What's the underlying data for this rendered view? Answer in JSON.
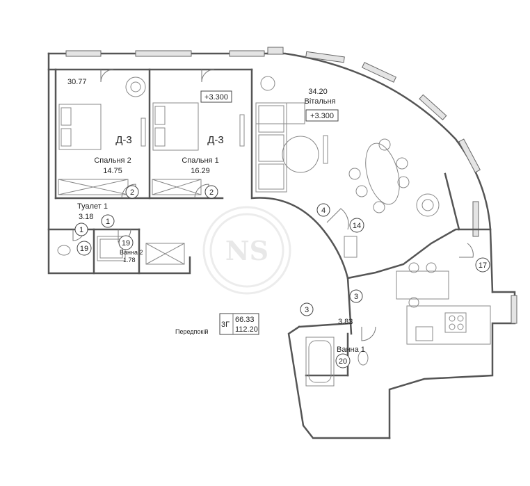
{
  "watermark": "NS",
  "rooms": {
    "area_top_left": "30.77",
    "bedroom2": {
      "type": "Д-3",
      "name": "Спальня 2",
      "area": "14.75"
    },
    "bedroom1": {
      "type": "Д-3",
      "name": "Спальня 1",
      "area": "16.29",
      "level": "+3.300"
    },
    "living": {
      "area": "34.20",
      "name": "Вітальня",
      "level": "+3.300"
    },
    "toilet1": {
      "name": "Туалет 1",
      "area": "3.18"
    },
    "bath2": {
      "name": "Ванна 2",
      "area": "1.78"
    },
    "bath1": {
      "area": "3.83",
      "name": "Ванна 1"
    },
    "hall": {
      "name": "Передпокій"
    }
  },
  "unit": {
    "code": "3Г",
    "area_living": "66.33",
    "area_total": "112.20"
  },
  "markers": {
    "m1": "2",
    "m2": "2",
    "m3": "1",
    "m4": "1",
    "m5": "19",
    "m6": "19",
    "m7": "4",
    "m8": "14",
    "m9": "3",
    "m10": "3",
    "m11": "20",
    "m12": "17"
  }
}
